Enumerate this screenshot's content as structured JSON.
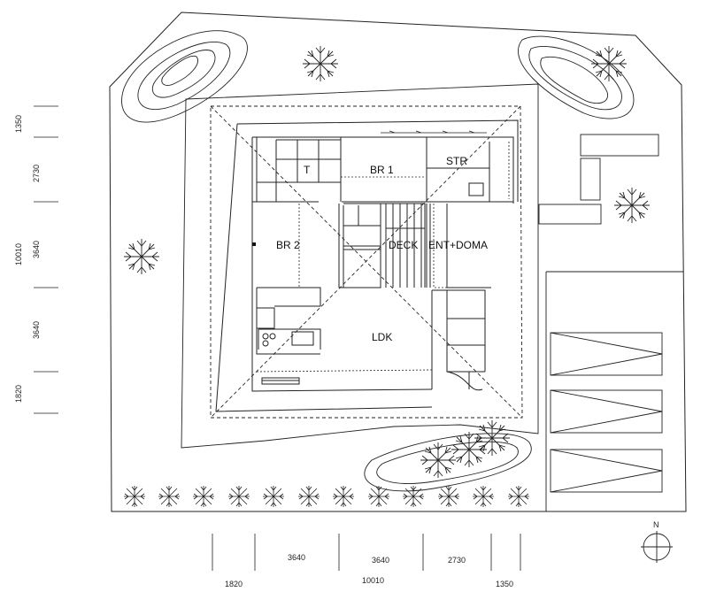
{
  "rooms": {
    "t": "T",
    "br1": "BR 1",
    "str": "STR",
    "br2": "BR 2",
    "deck": "DECK",
    "ent": "ENT+DOMA",
    "ldk": "LDK"
  },
  "compass": {
    "north": "N"
  },
  "dimensions": {
    "left": {
      "d1": "1350",
      "d2": "2730",
      "d3": "3640",
      "d4": "3640",
      "d5": "1820",
      "total": "10010"
    },
    "bottom": {
      "d1": "1820",
      "d2": "3640",
      "d3": "3640",
      "d4": "2730",
      "d5": "1350",
      "total": "10010"
    }
  }
}
